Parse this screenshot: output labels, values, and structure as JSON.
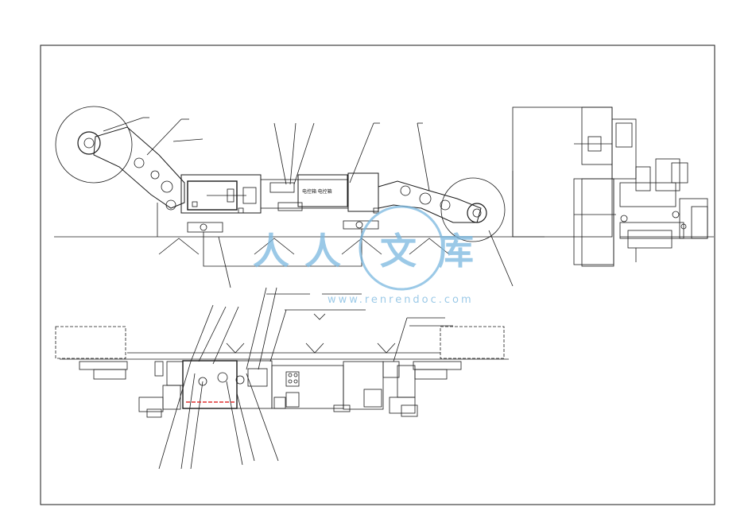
{
  "drawing": {
    "housing_label": "电控箱  电控箱"
  },
  "watermark": {
    "logo_chars": [
      "人",
      "人",
      "文",
      "库"
    ],
    "url": "www.renrendoc.com"
  },
  "colors": {
    "line": "#1a1a1a",
    "watermark": "#7ab8e0",
    "red_part": "#e03030",
    "background": "#ffffff"
  }
}
